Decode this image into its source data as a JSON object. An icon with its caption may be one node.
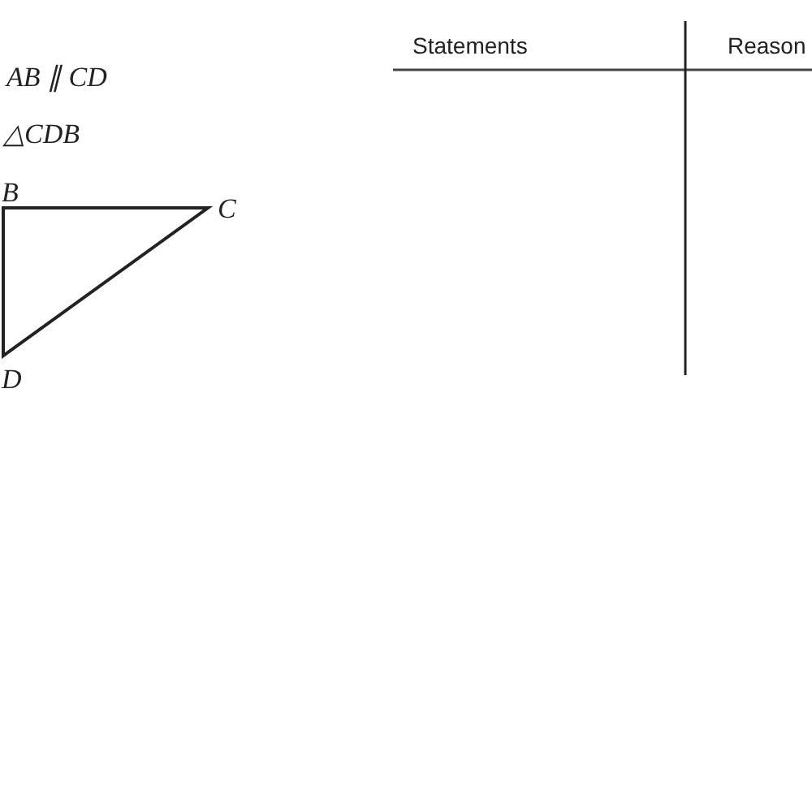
{
  "diagram": {
    "labels": [
      "AB ∥ CD",
      "△CDB",
      "B",
      "C",
      "D",
      "Statements",
      "Reason"
    ]
  }
}
